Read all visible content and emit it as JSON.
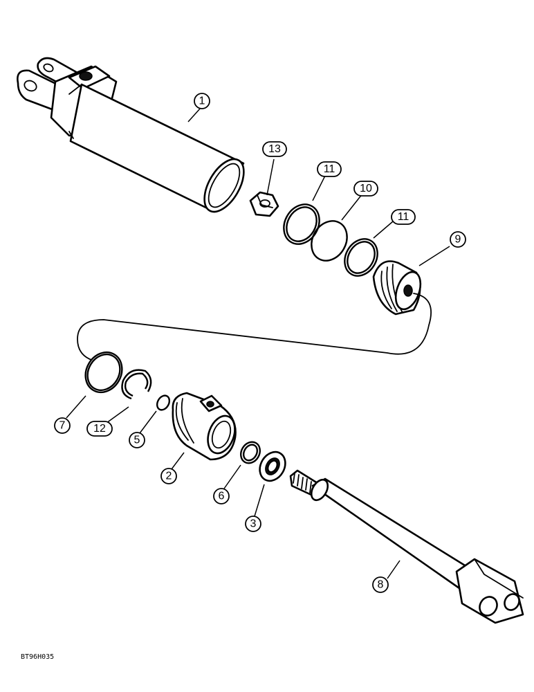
{
  "callouts": [
    {
      "id": "c1",
      "label": "1"
    },
    {
      "id": "c2",
      "label": "2"
    },
    {
      "id": "c3",
      "label": "3"
    },
    {
      "id": "c5",
      "label": "5"
    },
    {
      "id": "c6",
      "label": "6"
    },
    {
      "id": "c7",
      "label": "7"
    },
    {
      "id": "c8",
      "label": "8"
    },
    {
      "id": "c9",
      "label": "9"
    },
    {
      "id": "c10",
      "label": "10"
    },
    {
      "id": "c11a",
      "label": "11"
    },
    {
      "id": "c11b",
      "label": "11"
    },
    {
      "id": "c12",
      "label": "12"
    },
    {
      "id": "c13",
      "label": "13"
    }
  ],
  "figure_code": "BT96H035"
}
